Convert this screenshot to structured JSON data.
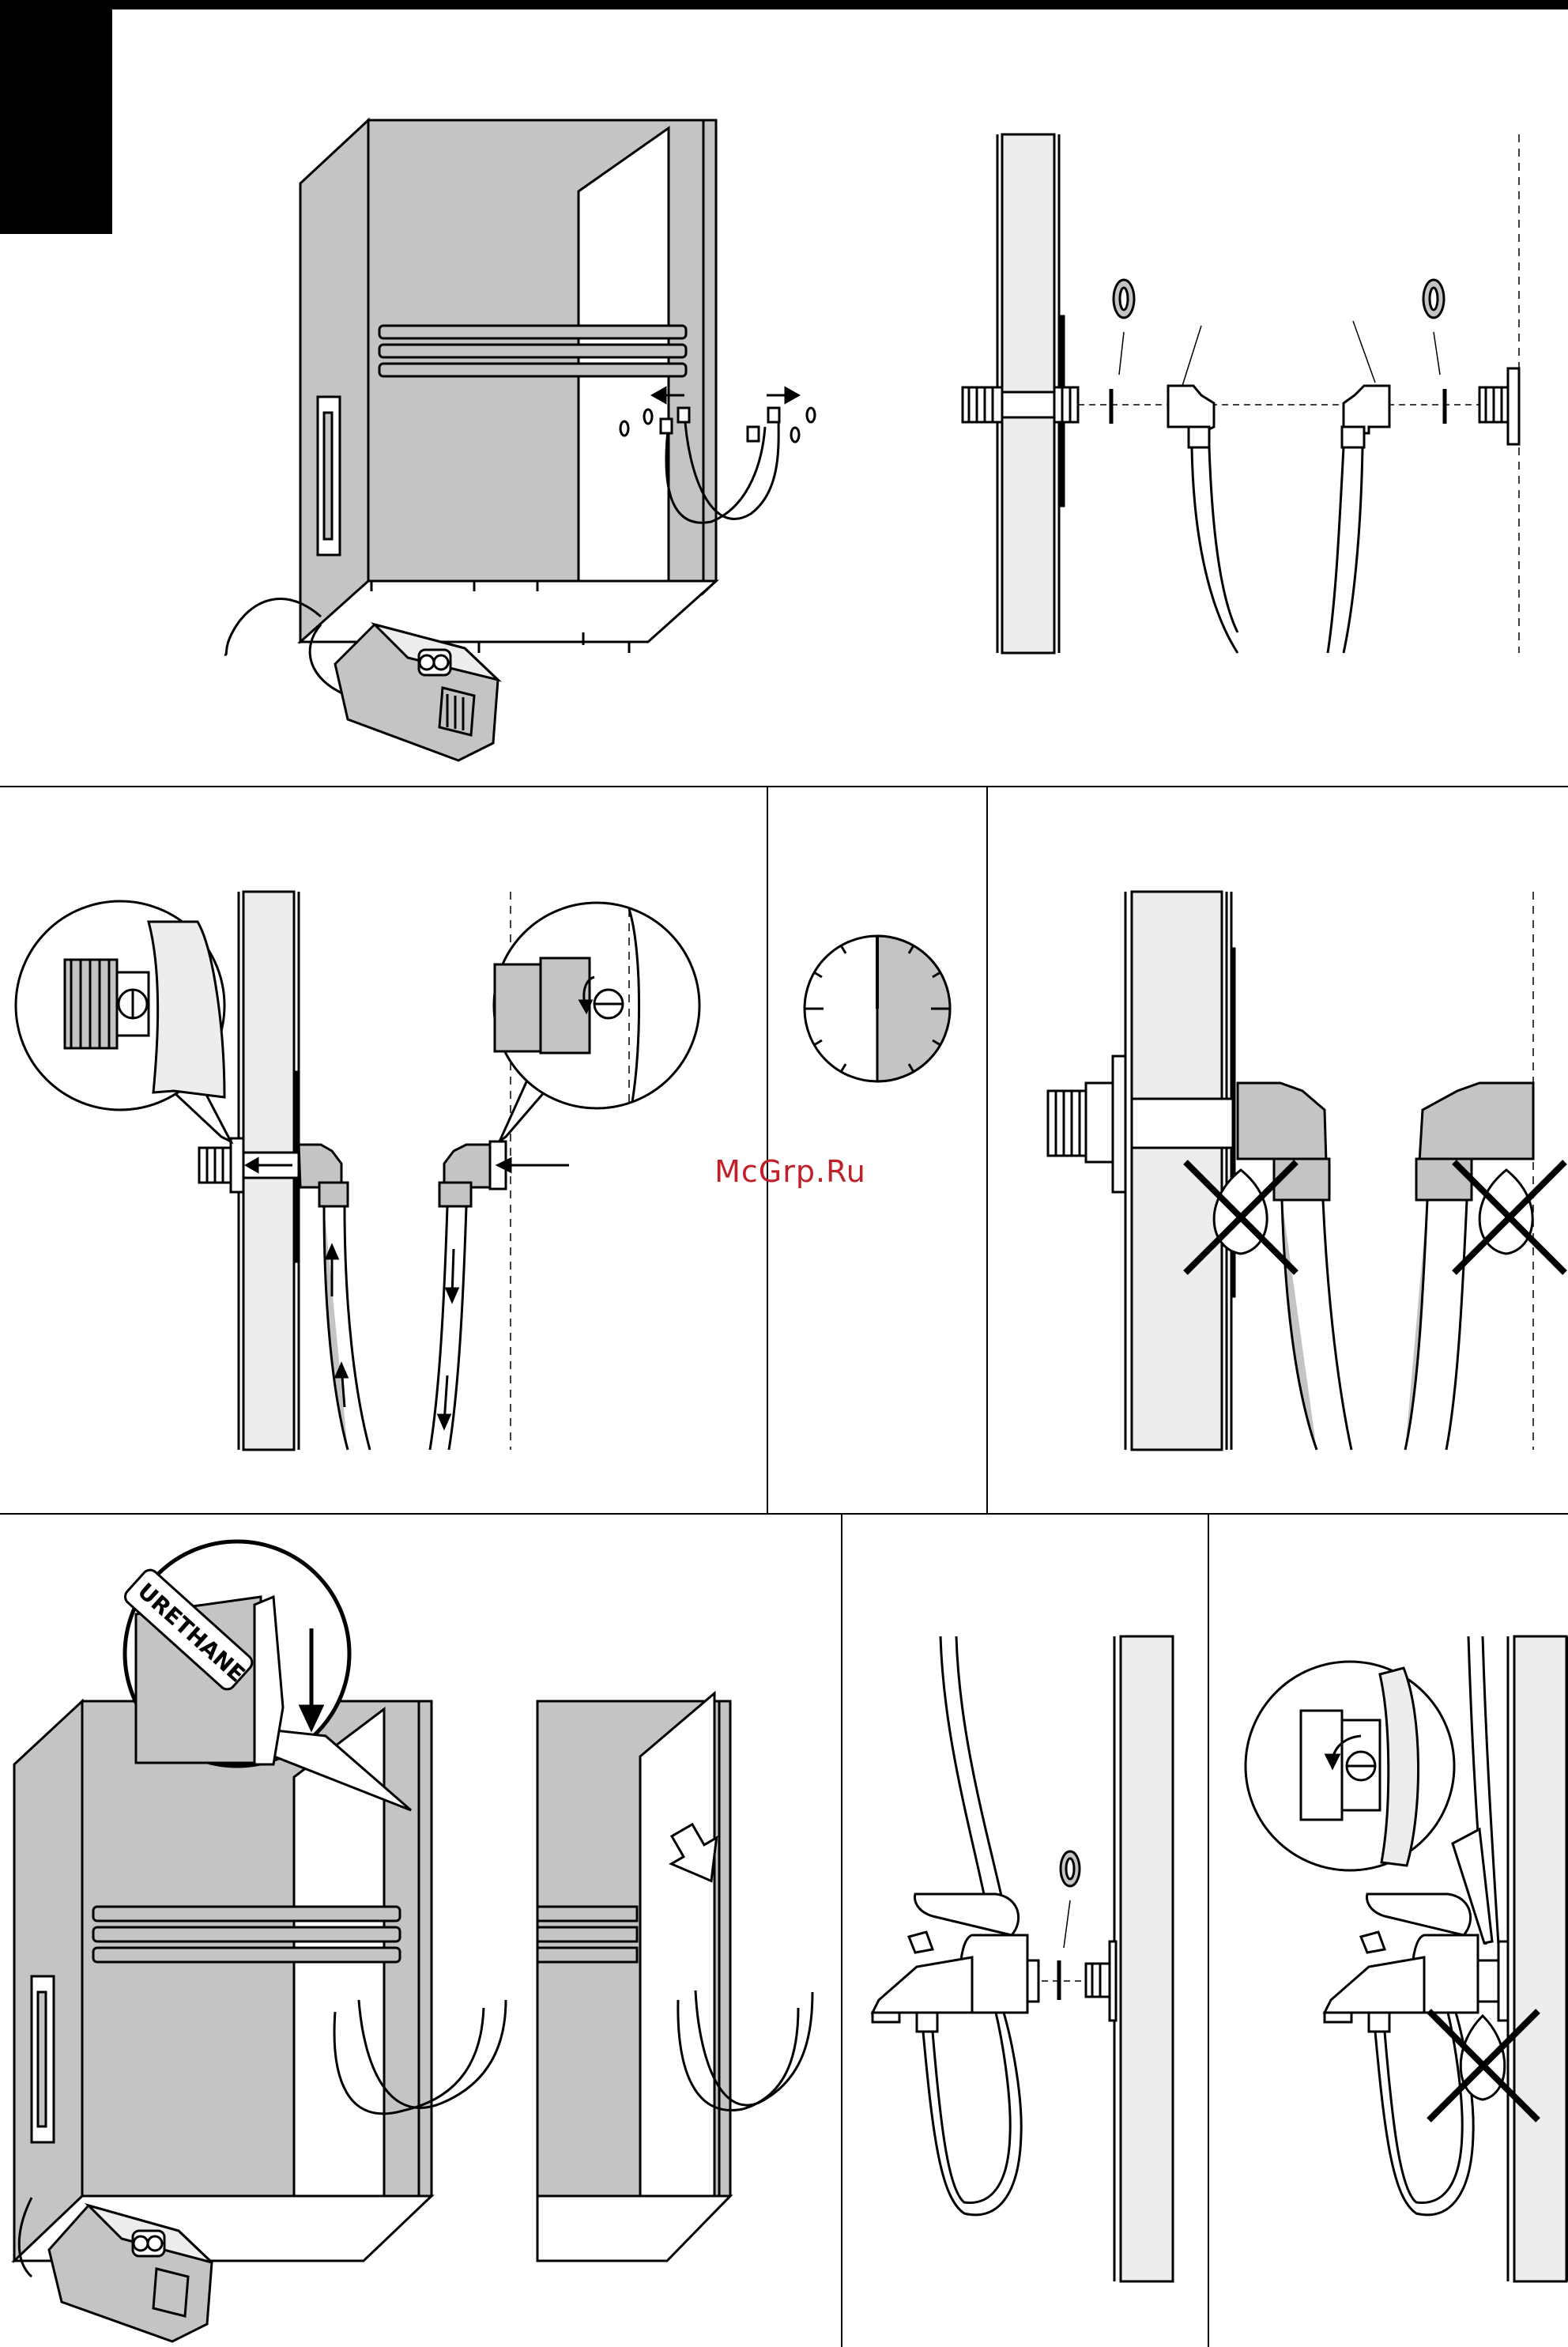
{
  "watermark": {
    "text": "McGrp.Ru"
  },
  "panels": {
    "top_left": {
      "name": "cabinet-hose-removal"
    },
    "top_right": {
      "name": "hose-fitting-detail"
    },
    "mid_left": {
      "name": "hose-routing-detail"
    },
    "mid_center": {
      "name": "wait-clock",
      "clock_fill_fraction": 0.5
    },
    "mid_right": {
      "name": "leak-check"
    },
    "bot_left": {
      "name": "sealant-application",
      "sealant_label": "URETHANE"
    },
    "bot_center": {
      "name": "faucet-connection"
    },
    "bot_right": {
      "name": "faucet-leak-check"
    }
  },
  "colors": {
    "ink": "#000000",
    "panel_gray": "#c3c4c6",
    "light_gray": "#eceeed",
    "mark_red": "#c0202a"
  }
}
